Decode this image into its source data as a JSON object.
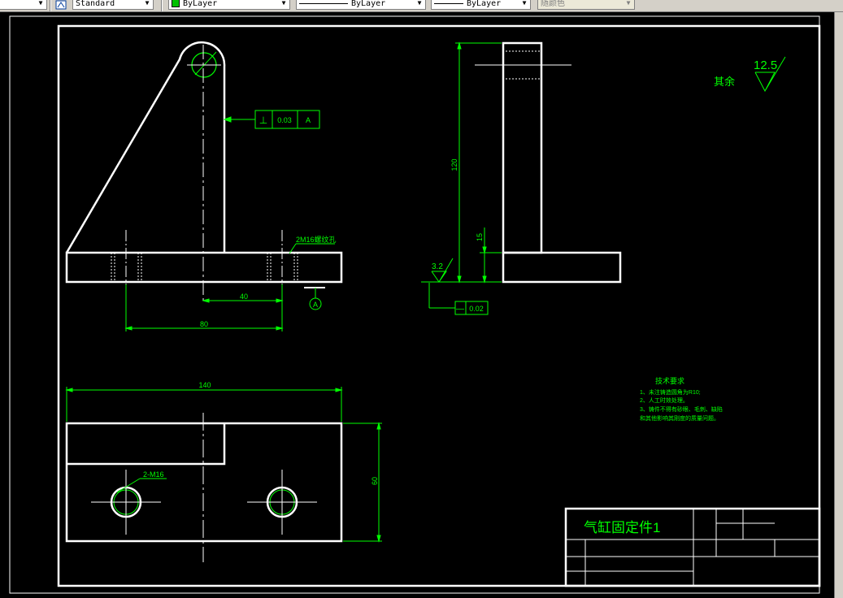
{
  "toolbar": {
    "textstyle": "Standard",
    "layer": "ByLayer",
    "linetype": "ByLayer",
    "lineweight": "ByLayer",
    "plotstyle": "随颜色"
  },
  "drawing": {
    "title": "气缸固定件1",
    "roughness_general_label": "其余",
    "roughness_general_value": "12.5",
    "roughness_side_value": "3.2",
    "thread_callout_front": "2M16螺纹孔",
    "hole_callout_top": "2-M16",
    "datum_label": "A",
    "perp_symbol": "⊥",
    "perp_tolerance": "0.03",
    "perp_datum": "A",
    "flat_symbol": "—",
    "flat_tolerance": "0.02",
    "dims": {
      "d40": "40",
      "d80": "80",
      "d120": "120",
      "d15": "15",
      "d140": "140",
      "d60": "60"
    },
    "notes": {
      "title": "技术要求",
      "line1": "1、未注铸造圆角为R10;",
      "line2": "2、人工时效处理。",
      "line3": "3、铸件不得有砂眼、毛刺、缺陷",
      "line4": "和其他影响其刚度的质量问题。"
    }
  }
}
